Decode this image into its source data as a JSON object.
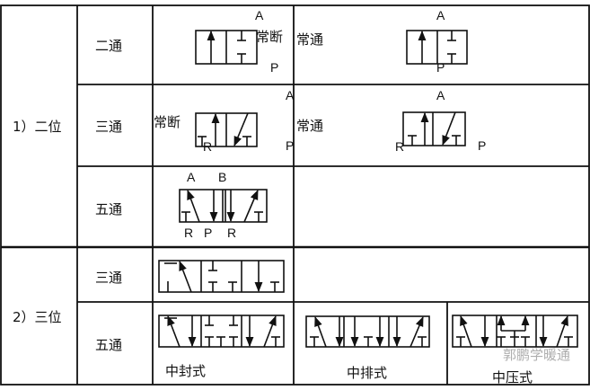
{
  "rows": {
    "two_position": "1）二位",
    "three_position": "2）三位",
    "two_way": "二通",
    "three_way_a": "三通",
    "five_way_a": "五通",
    "three_way_b": "三通",
    "five_way_b": "五通"
  },
  "labels": {
    "normally_closed": "常断",
    "normally_open": "常通",
    "closed_center": "中封式",
    "exhaust_center": "中排式",
    "pressure_center": "中压式"
  },
  "ports": {
    "A": "A",
    "B": "B",
    "P": "P",
    "R": "R"
  },
  "watermark": "郭鹏学暖通"
}
